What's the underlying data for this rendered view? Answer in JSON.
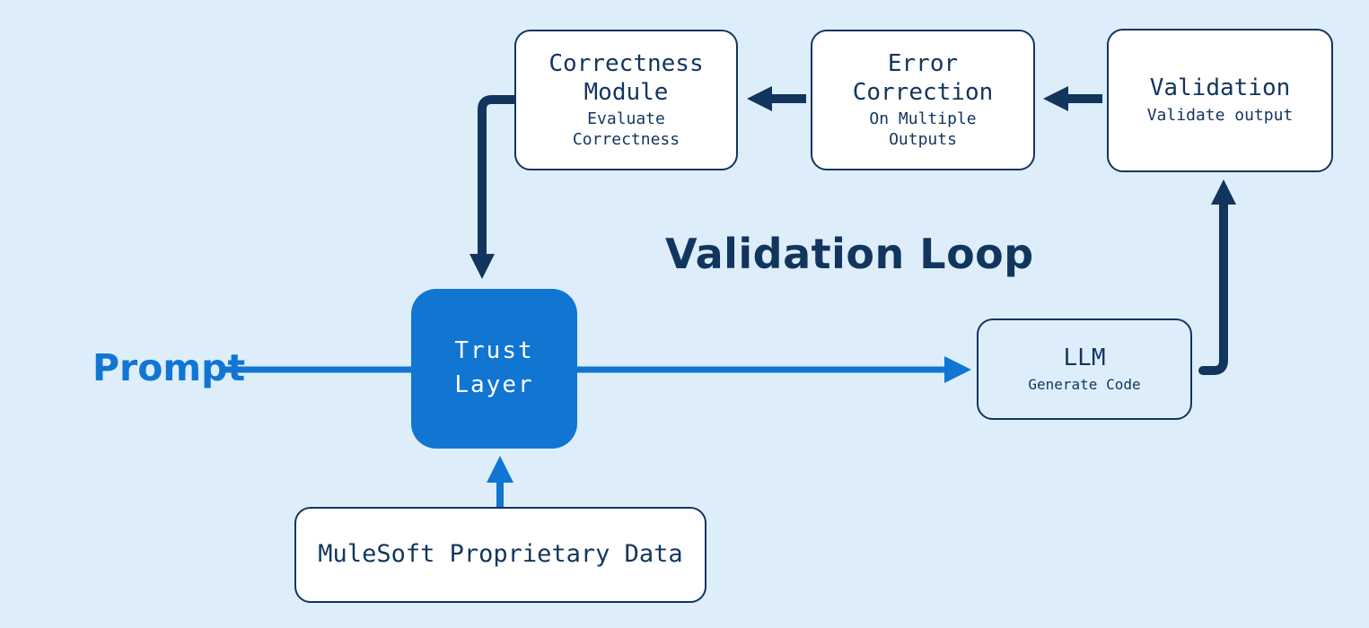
{
  "title": "Validation Loop",
  "prompt_label": "Prompt",
  "colors": {
    "background": "#ddeefa",
    "navy": "#12355e",
    "blue": "#1175d2",
    "box_fill": "#ffffff"
  },
  "boxes": {
    "correctness": {
      "title": "Correctness Module",
      "subtitle": "Evaluate Correctness"
    },
    "error": {
      "title": "Error Correction",
      "subtitle": "On Multiple Outputs"
    },
    "validation": {
      "title": "Validation",
      "subtitle": "Validate output"
    },
    "trust": {
      "title": "Trust Layer"
    },
    "llm": {
      "title": "LLM",
      "subtitle": "Generate Code"
    },
    "mulesoft": {
      "title": "MuleSoft Proprietary Data"
    }
  },
  "edges": [
    {
      "from": "prompt",
      "to": "trust-layer",
      "color": "blue",
      "arrowhead": false
    },
    {
      "from": "trust-layer",
      "to": "llm",
      "color": "blue",
      "arrowhead": true
    },
    {
      "from": "mulesoft-data",
      "to": "trust-layer",
      "color": "blue",
      "arrowhead": true
    },
    {
      "from": "llm",
      "to": "validation",
      "color": "navy",
      "arrowhead": true
    },
    {
      "from": "validation",
      "to": "error-correction",
      "color": "navy",
      "arrowhead": true
    },
    {
      "from": "error-correction",
      "to": "correctness-module",
      "color": "navy",
      "arrowhead": true
    },
    {
      "from": "correctness-module",
      "to": "trust-layer",
      "color": "navy",
      "arrowhead": true
    }
  ]
}
